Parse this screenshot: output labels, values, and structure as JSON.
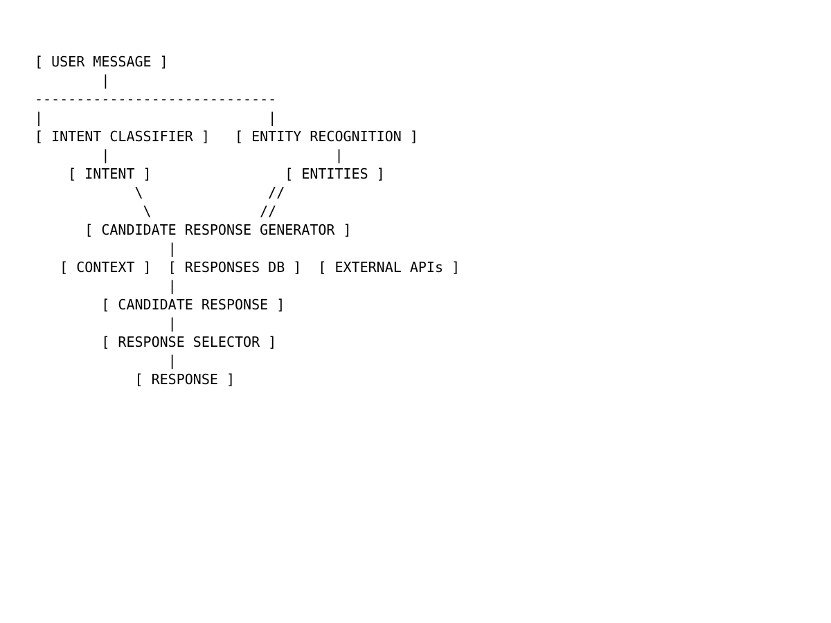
{
  "diagram": {
    "lines": [
      "[ USER MESSAGE ]",
      "        |",
      "-----------------------------",
      "|                           |",
      "[ INTENT CLASSIFIER ]   [ ENTITY RECOGNITION ]",
      "        |                           |",
      "    [ INTENT ]                [ ENTITIES ]",
      "            \\               //",
      "             \\             //",
      "      [ CANDIDATE RESPONSE GENERATOR ]",
      "                |",
      "   [ CONTEXT ]  [ RESPONSES DB ]  [ EXTERNAL APIs ]",
      "                |",
      "        [ CANDIDATE RESPONSE ]",
      "                |",
      "        [ RESPONSE SELECTOR ]",
      "                |",
      "            [ RESPONSE ]"
    ]
  }
}
